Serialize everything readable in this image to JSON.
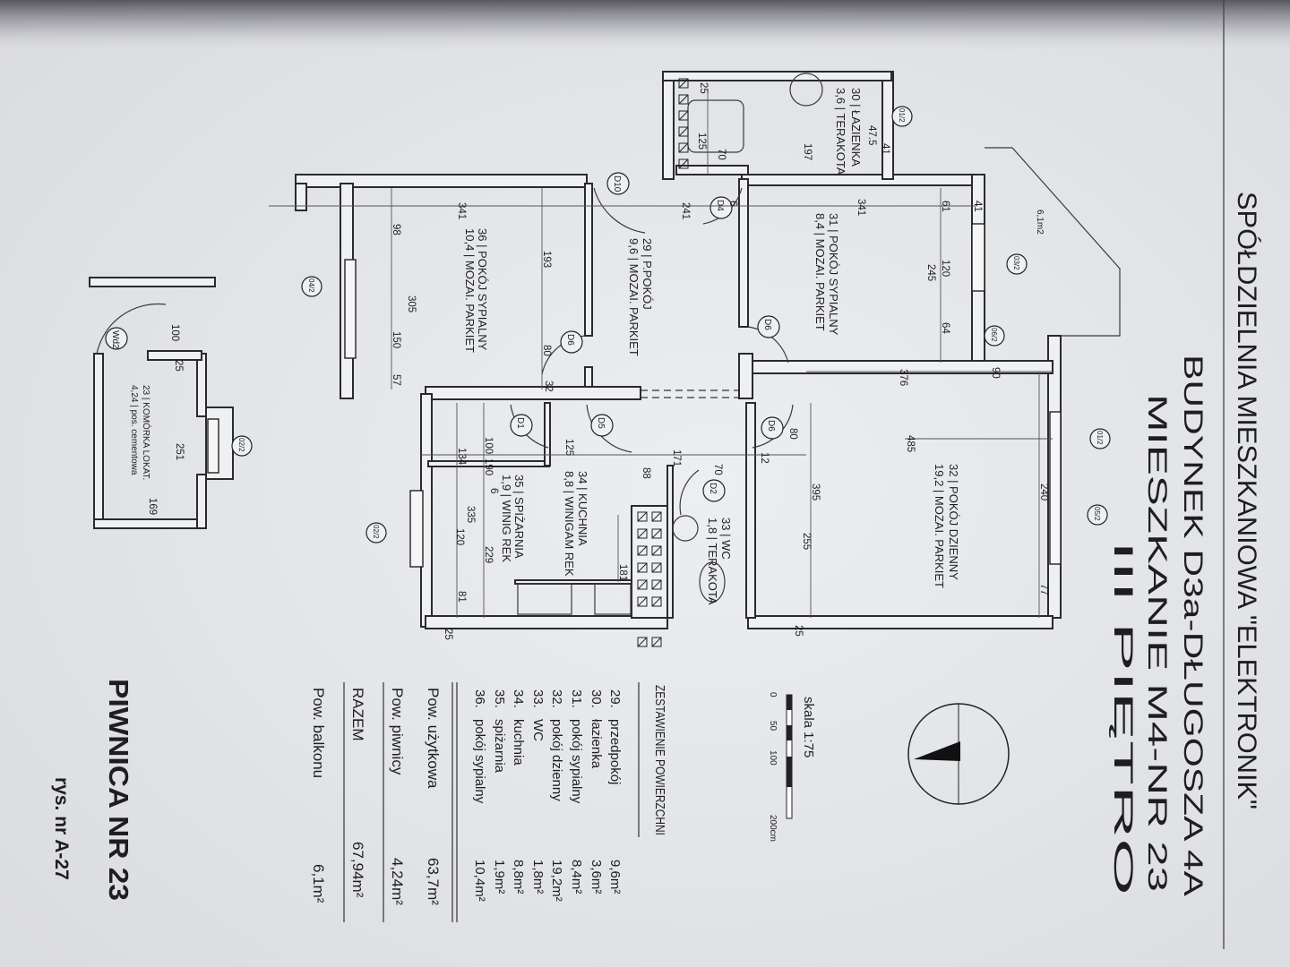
{
  "header": {
    "cooperative": "SPÓŁDZIELNIA MIESZKANIOWA \"ELEKTRONIK\"",
    "building": "BUDYNEK D3a-DŁUGOSZA 4A",
    "apartment": "MIESZKANIE M4-NR 23",
    "floor": "III PIĘTRO"
  },
  "scale": {
    "label": "skala 1:75",
    "ticks": [
      "0",
      "50",
      "100",
      "200cm"
    ]
  },
  "summary": {
    "title": "ZESTAWIENIE POWIERZCHNI",
    "rows": [
      {
        "no": "29.",
        "name": "przedpokój",
        "area": "9,6m²"
      },
      {
        "no": "30.",
        "name": "łazienka",
        "area": "3,6m²"
      },
      {
        "no": "31.",
        "name": "pokój sypialny",
        "area": "8,4m²"
      },
      {
        "no": "32.",
        "name": "pokój dzienny",
        "area": "19,2m²"
      },
      {
        "no": "33.",
        "name": "WC",
        "area": "1,8m²"
      },
      {
        "no": "34.",
        "name": "kuchnia",
        "area": "8,8m²"
      },
      {
        "no": "35.",
        "name": "spiżarnia",
        "area": "1,9m²"
      },
      {
        "no": "36.",
        "name": "pokój sypialny",
        "area": "10,4m²"
      }
    ],
    "usable_label": "Pow. użytkowa",
    "usable_value": "63,7m²",
    "basement_label": "Pow. piwnicy",
    "basement_value": "4,24m²",
    "total_label": "RAZEM",
    "total_value": "67,94m²",
    "balcony_label": "Pow. balkonu",
    "balcony_value": "6,1m²"
  },
  "basement": {
    "title": "PIWNICA NR 23",
    "drawing_no": "rys. nr A-27"
  },
  "rooms": {
    "r36": {
      "l1": "36 | POKÓJ SYPIALNY",
      "l2": "10,4 | MOZAI. PARKIET"
    },
    "r29": {
      "l1": "29 | P.POKÓJ",
      "l2": "9,6 | MOZAI. PARKIET"
    },
    "r31": {
      "l1": "31 | POKÓJ SYPIALNY",
      "l2": "8,4 | MOZAI. PARKIET"
    },
    "r32": {
      "l1": "32 | POKÓJ DZIENNY",
      "l2": "19,2 | MOZAI. PARKIET"
    },
    "r34": {
      "l1": "34 | KUCHNIA",
      "l2": "8,8 | WINIGAM REK"
    },
    "r35": {
      "l1": "35 | SPIŻARNIA",
      "l2": "1,9 | WINIG REK"
    },
    "r33": {
      "l1": "33 | WC",
      "l2": "1,8 | TERAKOTA"
    },
    "r30": {
      "l1": "30 | ŁAZIENKA",
      "l2": "3,6 | TERAKOTA"
    },
    "r23": {
      "l1": "23 | KOMÓRKA LOKAT.",
      "l2": "4,24 | pos. cementowa"
    },
    "balcony": "6,1m2"
  },
  "doors": [
    "D10",
    "D4",
    "D6",
    "D6",
    "D1",
    "D5",
    "D6",
    "D2",
    "Wd2"
  ],
  "windows": [
    "01/2",
    "03/2",
    "06/2",
    "01/2",
    "05/2",
    "02/2",
    "04/2",
    "02/2"
  ],
  "dimensions": [
    "341",
    "241",
    "341",
    "6",
    "41",
    "61",
    "193",
    "305",
    "98",
    "150",
    "57",
    "80",
    "32",
    "120",
    "245",
    "64",
    "376",
    "90",
    "485",
    "395",
    "255",
    "77",
    "240",
    "134",
    "190",
    "100",
    "125",
    "171",
    "88",
    "70",
    "12",
    "80",
    "6",
    "335",
    "229",
    "120",
    "181",
    "81",
    "25",
    "25",
    "251",
    "169",
    "100",
    "25",
    "197",
    "70",
    "125",
    "25",
    "41",
    "47.5"
  ]
}
